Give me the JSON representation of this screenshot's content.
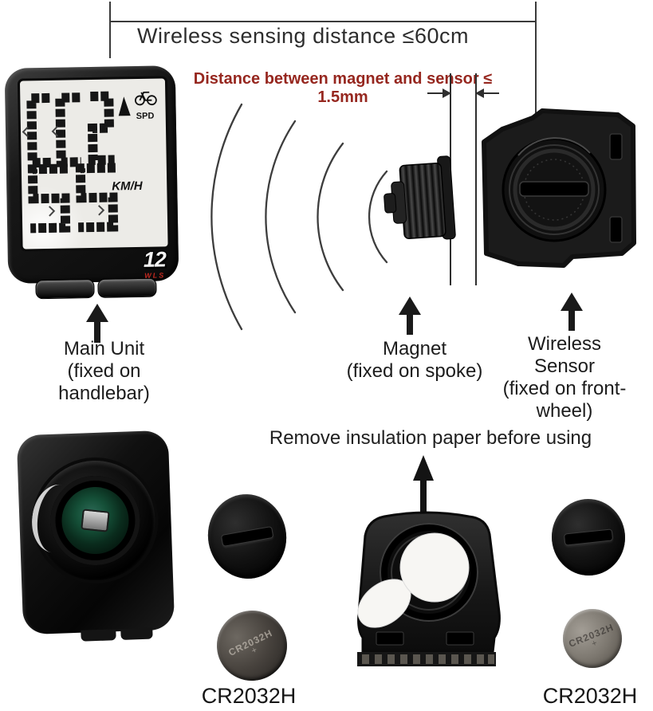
{
  "annotations": {
    "sensing_distance": "Wireless sensing distance ≤60cm",
    "magnet_distance": "Distance between magnet and sensor ≤ 1.5mm"
  },
  "labels": {
    "main_unit": {
      "line1": "Main Unit",
      "line2": "(fixed on handlebar)"
    },
    "magnet": {
      "line1": "Magnet",
      "line2": "(fixed on spoke)"
    },
    "sensor": {
      "line1": "Wireless",
      "line2": "Sensor",
      "line3": "(fixed on front-wheel)"
    }
  },
  "lcd": {
    "top_digits": "55",
    "speed": "2",
    "bottom_digits": "55",
    "unit": "KM/H",
    "mode": "SPD",
    "brand": "12",
    "brand_sub": "WLS"
  },
  "bottom": {
    "title": "Remove insulation paper before using",
    "battery_left": "CR2032H",
    "battery_right": "CR2032H",
    "engraving": "CR2032H"
  },
  "colors": {
    "annotation_red": "#96271f",
    "ink": "#1e1e1e",
    "lcd_background": "#ecebe7",
    "device_black": "#111111"
  },
  "icons": {
    "bike": "bike-icon",
    "speed_arrow": "up-triangle-icon",
    "pointer": "up-arrow-icon"
  }
}
